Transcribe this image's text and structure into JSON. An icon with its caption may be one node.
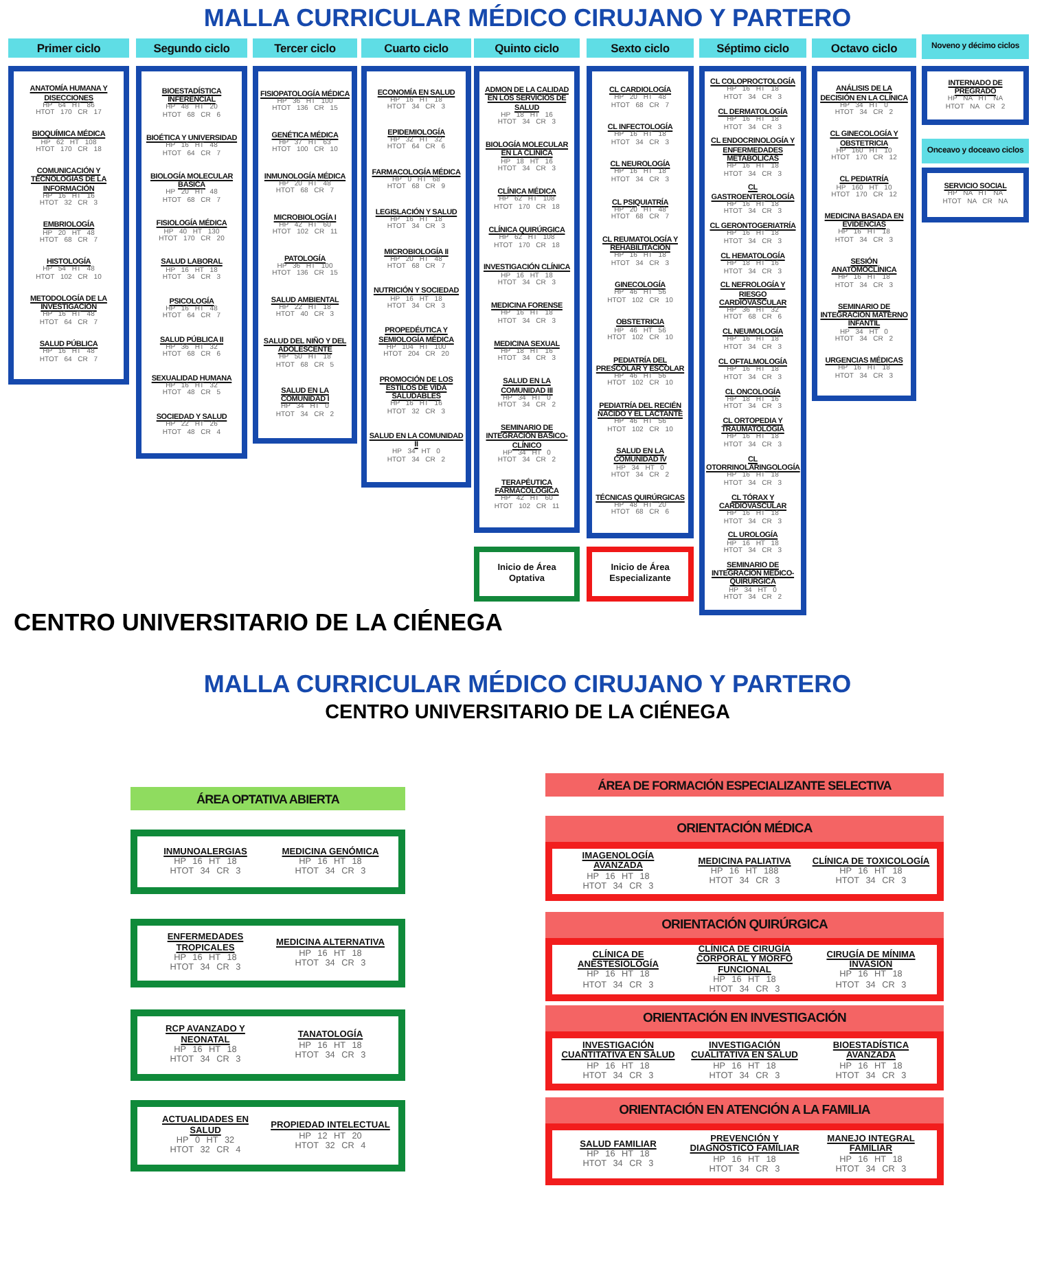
{
  "diagram": {
    "title": "MALLA CURRICULAR MÉDICO CIRUJANO Y PARTERO",
    "nodes": [
      {
        "text": [
          "Primer ciclo"
        ]
      },
      {
        "text": [],
        "shape": "box"
      },
      {
        "text": [
          "ANATOMÍA HUMANA Y DISECCIONES",
          "HP 64 HT 86",
          "HTOT 170 CR 17"
        ],
        "in": 1
      },
      {
        "text": [
          "BIOQUÍMICA MÉDICA",
          "HP 62 HT 108",
          "HTOT 170 CR 18"
        ],
        "in": 1
      },
      {
        "text": [
          "COMUNICACIÓN Y TECNOLOGÍAS DE LA INFORMACIÓN",
          "HP 16 HT 16",
          "HTOT 32 CR 3"
        ],
        "in": 1
      },
      {
        "text": [
          "EMBRIOLOGÍA",
          "HP 20 HT 48",
          "HTOT 68 CR 7"
        ],
        "in": 1
      },
      {
        "text": [
          "HISTOLOGÍA",
          "HP 54 HT 48",
          "HTOT 102 CR 10"
        ],
        "in": 1
      },
      {
        "text": [
          "METODOLOGÍA DE LA INVESTIGACIÓN",
          "HP 16 HT 48",
          "HTOT 64 CR 7"
        ],
        "in": 1
      },
      {
        "text": [
          "SALUD PÚBLICA",
          "HP 16 HT 48",
          "HTOT 64 CR 7"
        ],
        "in": 1
      },
      {
        "text": [
          "Segundo ciclo"
        ]
      },
      {
        "text": [],
        "shape": "box"
      },
      {
        "text": [
          "BIOESTADÍSTICA INFERENCIAL",
          "HP 48 HT 20",
          "HTOT 68 CR 6"
        ],
        "in": 10
      },
      {
        "text": [
          "BIOÉTICA Y UNIVERSIDAD",
          "HP 16 HT 48",
          "HTOT 64 CR 7"
        ],
        "in": 10
      },
      {
        "text": [
          "BIOLOGÍA MOLECULAR BÁSICA",
          "HP 20 HT 48",
          "HTOT 68 CR 7"
        ],
        "in": 10
      },
      {
        "text": [
          "FISIOLOGÍA MÉDICA",
          "HP 40 HT 130",
          "HTOT 170 CR 20"
        ],
        "in": 10
      },
      {
        "text": [
          "SALUD LABORAL",
          "HP 16 HT 18",
          "HTOT 34 CR 3"
        ],
        "in": 10
      },
      {
        "text": [
          "PSICOLOGÍA",
          "HP 16 HT 48",
          "HTOT 64 CR 7"
        ],
        "in": 10
      },
      {
        "text": [
          "SALUD PÚBLICA II",
          "HP 36 HT 32",
          "HTOT 68 CR 6"
        ],
        "in": 10
      },
      {
        "text": [
          "SEXUALIDAD HUMANA",
          "HP 16 HT 32",
          "HTOT 48 CR 5"
        ],
        "in": 10
      },
      {
        "text": [
          "SOCIEDAD Y SALUD",
          "HP 22 HT 26",
          "HTOT 48 CR 4"
        ],
        "in": 10
      },
      {
        "text": [
          "Tercer ciclo"
        ]
      },
      {
        "text": [],
        "shape": "box"
      },
      {
        "text": [
          "FISIOPATOLOGÍA MÉDICA",
          "HP 36 HT 100",
          "HTOT 136 CR 15"
        ],
        "in": 21
      },
      {
        "text": [
          "GENÉTICA MÉDICA",
          "HP 37 HT 63",
          "HTOT 100 CR 10"
        ],
        "in": 21
      },
      {
        "text": [
          "INMUNOLOGÍA MÉDICA",
          "HP 20 HT 48",
          "HTOT 68 CR 7"
        ],
        "in": 21
      },
      {
        "text": [
          "MICROBIOLOGÍA I",
          "HP 42 HT 60",
          "HTOT 102 CR 11"
        ],
        "in": 21
      },
      {
        "text": [
          "PATOLOGÍA",
          "HP 36 HT 100",
          "HTOT 136 CR 15"
        ],
        "in": 21
      },
      {
        "text": [
          "SALUD AMBIENTAL",
          "HP 22 HT 18",
          "HTOT 40 CR 3"
        ],
        "in": 21
      },
      {
        "text": [
          "SALUD DEL NIÑO Y DEL ADOLESCENTE",
          "HP 50 HT 18",
          "HTOT 68 CR 5"
        ],
        "in": 21
      },
      {
        "text": [
          "SALUD EN LA COMUNIDAD I",
          "HP 34 HT 0",
          "HTOT 34 CR 2"
        ],
        "in": 21
      },
      {
        "text": [
          "Cuarto ciclo"
        ]
      },
      {
        "text": [],
        "shape": "box"
      },
      {
        "text": [
          "ECONOMÍA EN SALUD",
          "HP 16 HT 18",
          "HTOT 34 CR 3"
        ],
        "in": 31
      },
      {
        "text": [
          "EPIDEMIOLOGÍA",
          "HP 32 HT 32",
          "HTOT 64 CR 6"
        ],
        "in": 31
      },
      {
        "text": [
          "FARMACOLOGÍA MÉDICA",
          "HP 0 HT 68",
          "HTOT 68 CR 9"
        ],
        "in": 31
      },
      {
        "text": [
          "LEGISLACIÓN Y SALUD",
          "HP 16 HT 18",
          "HTOT 34 CR 3"
        ],
        "in": 31
      },
      {
        "text": [
          "MICROBIOLOGÍA II",
          "HP 20 HT 48",
          "HTOT 68 CR 7"
        ],
        "in": 31
      },
      {
        "text": [
          "NUTRICIÓN Y SOCIEDAD",
          "HP 16 HT 18",
          "HTOT 34 CR 3"
        ],
        "in": 31
      },
      {
        "text": [
          "PROPEDÉUTICA Y SEMIOLOGÍA MÉDICA",
          "HP 104 HT 100",
          "HTOT 204 CR 20"
        ],
        "in": 31
      },
      {
        "text": [
          "PROMOCIÓN DE LOS ESTILOS DE VIDA SALUDABLES",
          "HP 16 HT 16",
          "HTOT 32 CR 3"
        ],
        "in": 31
      },
      {
        "text": [
          "SALUD EN LA COMUNIDAD II",
          "HP 34 HT 0",
          "HTOT 34 CR 2"
        ],
        "in": 31
      },
      {
        "text": [
          "Quinto ciclo"
        ]
      },
      {
        "text": [],
        "shape": "box"
      },
      {
        "text": [
          "ADMON DE LA CALIDAD EN LOS SERVICIOS DE SALUD",
          "HP 18 HT 16",
          "HTOT 34 CR 3"
        ],
        "in": 42
      },
      {
        "text": [
          "BIOLOGÍA MOLECULAR EN LA CLÍNICA",
          "HP 18 HT 16",
          "HTOT 34 CR 3"
        ],
        "in": 42
      },
      {
        "text": [
          "CLÍNICA MÉDICA",
          "HP 62 HT 108",
          "HTOT 170 CR 18"
        ],
        "in": 42
      },
      {
        "text": [
          "CLÍNICA QUIRÚRGICA",
          "HP 62 HT 108",
          "HTOT 170 CR 18"
        ],
        "in": 42
      },
      {
        "text": [
          "INVESTIGACIÓN CLÍNICA",
          "HP 16 HT 18",
          "HTOT 34 CR 3"
        ],
        "in": 42
      },
      {
        "text": [
          "MEDICINA FORENSE",
          "HP 16 HT 18",
          "HTOT 34 CR 3"
        ],
        "in": 42
      },
      {
        "text": [
          "MEDICINA SEXUAL",
          "HP 18 HT 16",
          "HTOT 34 CR 3"
        ],
        "in": 42
      },
      {
        "text": [
          "SALUD EN LA COMUNIDAD III",
          "HP 34 HT 0",
          "HTOT 34 CR 2"
        ],
        "in": 42
      },
      {
        "text": [
          "SEMINARIO DE INTEGRACIÓN BÁSICO-CLÍNICO",
          "HP 34 HT 0",
          "HTOT 34 CR 2"
        ],
        "in": 42
      },
      {
        "text": [
          "TERAPÉUTICA FARMACOLÓGICA",
          "HP 42 HT 60",
          "HTOT 102 CR 11"
        ],
        "in": 42
      },
      {
        "text": [
          "Sexto ciclo"
        ]
      },
      {
        "text": [],
        "shape": "box"
      },
      {
        "text": [
          "CL CARDIOLOGÍA",
          "HP 20 HT 48",
          "HTOT 68 CR 7"
        ],
        "in": 54
      },
      {
        "text": [
          "CL INFECTOLOGÍA",
          "HP 16 HT 18",
          "HTOT 34 CR 3"
        ],
        "in": 54
      },
      {
        "text": [
          "CL NEUROLOGÍA",
          "HP 16 HT 18",
          "HTOT 34 CR 3"
        ],
        "in": 54
      },
      {
        "text": [
          "CL PSIQUIATRÍA",
          "HP 20 HT 48",
          "HTOT 68 CR 7"
        ],
        "in": 54
      },
      {
        "text": [
          "CL REUMATOLOGÍA Y REHABILITACIÓN",
          "HP 16 HT 18",
          "HTOT 34 CR 3"
        ],
        "in": 54
      },
      {
        "text": [
          "GINECOLOGÍA",
          "HP 46 HT 56",
          "HTOT 102 CR 10"
        ],
        "in": 54
      },
      {
        "text": [
          "OBSTETRICIA",
          "HP 46 HT 56",
          "HTOT 102 CR 10"
        ],
        "in": 54
      },
      {
        "text": [
          "PEDIATRÍA DEL PRESCOLAR Y ESCOLAR",
          "HP 46 HT 56",
          "HTOT 102 CR 10"
        ],
        "in": 54
      },
      {
        "text": [
          "PEDIATRÍA DEL RECIÉN NACIDO Y EL LACTANTE",
          "HP 46 HT 56",
          "HTOT 102 CR 10"
        ],
        "in": 54
      },
      {
        "text": [
          "SALUD EN LA COMUNIDAD IV",
          "HP 34 HT 0",
          "HTOT 34 CR 2"
        ],
        "in": 54
      },
      {
        "text": [
          "TÉCNICAS QUIRÚRGICAS",
          "HP 48 HT 20",
          "HTOT 68 CR 6"
        ],
        "in": 54
      },
      {
        "text": [
          "Séptimo ciclo"
        ]
      },
      {
        "text": [],
        "shape": "box"
      },
      {
        "text": [
          "CL COLOPROCTOLOGÍA",
          "HP 16 HT 18",
          "HTOT 34 CR 3"
        ],
        "in": 67
      },
      {
        "text": [
          "CL DERMATOLOGÍA",
          "HP 16 HT 18",
          "HTOT 34 CR 3"
        ],
        "in": 67
      },
      {
        "text": [
          "CL ENDOCRINOLOGÍA Y ENFERMEDADES METABÓLICAS",
          "HP 16 HT 18",
          "HTOT 34 CR 3"
        ],
        "in": 67
      },
      {
        "text": [
          "CL GASTROENTEROLOGÍA",
          "HP 16 HT 18",
          "HTOT 34 CR 3"
        ],
        "in": 67
      },
      {
        "text": [
          "CL GERONTOGERIATRÍA",
          "HP 16 HT 18",
          "HTOT 34 CR 3"
        ],
        "in": 67
      },
      {
        "text": [
          "CL HEMATOLOGÍA",
          "HP 18 HT 16",
          "HTOT 34 CR 3"
        ],
        "in": 67
      },
      {
        "text": [
          "CL NEFROLOGÍA Y RIESGO CARDIOVASCULAR",
          "HP 36 HT 32",
          "HTOT 68 CR 6"
        ],
        "in": 67
      },
      {
        "text": [
          "CL NEUMOLOGÍA",
          "HP 16 HT 18",
          "HTOT 34 CR 3"
        ],
        "in": 67
      },
      {
        "text": [
          "CL OFTALMOLOGÍA",
          "HP 16 HT 18",
          "HTOT 34 CR 3"
        ],
        "in": 67
      },
      {
        "text": [
          "CL ONCOLOGÍA",
          "HP 18 HT 16",
          "HTOT 34 CR 3"
        ],
        "in": 67
      },
      {
        "text": [
          "CL ORTOPEDIA Y TRAUMATOLOGÍA",
          "HP 16 HT 18",
          "HTOT 34 CR 3"
        ],
        "in": 67
      },
      {
        "text": [
          "CL OTORRINOLARINGOLOGÍA",
          "HP 16 HT 18",
          "HTOT 34 CR 3"
        ],
        "in": 67
      },
      {
        "text": [
          "CL TÓRAX Y CARDIOVASCULAR",
          "HP 16 HT 18",
          "HTOT 34 CR 3"
        ],
        "in": 67
      },
      {
        "text": [
          "CL UROLOGÍA",
          "HP 16 HT 18",
          "HTOT 34 CR 3"
        ],
        "in": 67
      },
      {
        "text": [
          "SEMINARIO DE INTEGRACIÓN MÉDICO-QUIRÚRGICA",
          "HP 34 HT 0",
          "HTOT 34 CR 2"
        ],
        "in": 67
      },
      {
        "text": [
          "Octavo ciclo"
        ]
      },
      {
        "text": [],
        "shape": "box"
      },
      {
        "text": [
          "ANÁLISIS DE LA DECISIÓN EN LA CLÍNICA",
          "HP 34 HT 0",
          "HTOT 34 CR 2"
        ],
        "in": 84
      },
      {
        "text": [
          "CL GINECOLOGÍA Y OBSTETRICIA",
          "HP 160 HT 10",
          "HTOT 170 CR 12"
        ],
        "in": 84
      },
      {
        "text": [
          "CL PEDIATRÍA",
          "HP 160 HT 10",
          "HTOT 170 CR 12"
        ],
        "in": 84
      },
      {
        "text": [
          "MEDICINA BASADA EN EVIDENCIAS",
          "HP 16 HT 18",
          "HTOT 34 CR 3"
        ],
        "in": 84
      },
      {
        "text": [
          "SESIÓN ANATOMOCLÍNICA",
          "HP 16 HT 18",
          "HTOT 34 CR 3"
        ],
        "in": 84
      },
      {
        "text": [
          "SEMINARIO DE INTEGRACIÓN MATERNO INFANTIL",
          "HP 34 HT 0",
          "HTOT 34 CR 2"
        ],
        "in": 84
      },
      {
        "text": [
          "URGENCIAS MÉDICAS",
          "HP 16 HT 18",
          "HTOT 34 CR 3"
        ],
        "in": 84
      },
      {
        "text": [
          "Noveno y décimo ciclos"
        ]
      },
      {
        "text": [],
        "shape": "box"
      },
      {
        "text": [
          "INTERNADO DE PREGRADO",
          "HP NA HT NA",
          "HTOT NA CR 2"
        ],
        "in": 93
      },
      {
        "text": [
          "Onceavo y doceavo ciclos"
        ]
      },
      {
        "text": [],
        "shape": "box"
      },
      {
        "text": [
          "SERVICIO SOCIAL",
          "HP NA HT NA",
          "HTOT NA CR NA"
        ],
        "in": 96
      },
      {
        "text": [
          "Inicio de Área Optativa"
        ]
      },
      {
        "text": [
          "Inicio de Área Especializante"
        ]
      },
      {
        "text": [
          "ÁREA OPTATIVA ABIERTA"
        ]
      },
      {
        "text": [],
        "shape": "box"
      },
      {
        "text": [
          "INMUNOALERGIAS",
          "HP 16 HT 18",
          "HTOT 34 CR 3"
        ],
        "in": 101
      },
      {
        "text": [
          "MEDICINA GENÓMICA",
          "HP 16 HT 18",
          "HTOT 34 CR 3"
        ],
        "in": 101
      },
      {
        "text": [],
        "shape": "box"
      },
      {
        "text": [
          "ENFERMEDADES TROPICALES",
          "HP 16 HT 18",
          "HTOT 34 CR 3"
        ],
        "in": 104
      },
      {
        "text": [
          "MEDICINA ALTERNATIVA",
          "HP 16 HT 18",
          "HTOT 34 CR 3"
        ],
        "in": 104
      },
      {
        "text": [],
        "shape": "box"
      },
      {
        "text": [
          "RCP AVANZADO Y NEONATAL",
          "HP 16 HT 18",
          "HTOT 34 CR 3"
        ],
        "in": 107
      },
      {
        "text": [
          "TANATOLOGÍA",
          "HP 16 HT 18",
          "HTOT 34 CR 3"
        ],
        "in": 107
      },
      {
        "text": [],
        "shape": "box"
      },
      {
        "text": [
          "ACTUALIDADES EN SALUD",
          "HP 0 HT 32",
          "HTOT 32 CR 4"
        ],
        "in": 110
      },
      {
        "text": [
          "PROPIEDAD INTELECTUAL",
          "HP 12 HT 20",
          "HTOT 32 CR 4"
        ],
        "in": 110
      },
      {
        "text": [
          "ÁREA DE FORMACIÓN ESPECIALIZANTE SELECTIVA"
        ]
      },
      {
        "text": [
          "ORIENTACIÓN MÉDICA"
        ]
      },
      {
        "text": [
          "IMAGENOLOGÍA AVANZADA",
          "HP 16 HT 18",
          "HTOT 34 CR 3"
        ],
        "in": 114
      },
      {
        "text": [
          "MEDICINA PALIATIVA",
          "HP 16 HT 188",
          "HTOT 34 CR 3"
        ],
        "in": 114
      },
      {
        "text": [
          "CLÍNICA DE TOXICOLOGÍA",
          "HP 16 HT 18",
          "HTOT 34 CR 3"
        ],
        "in": 114
      },
      {
        "text": [
          "ORIENTACIÓN QUIRÚRGICA"
        ]
      },
      {
        "text": [
          "CLÍNICA DE ANESTESIOLOGÍA",
          "HP 16 HT 18",
          "HTOT 34 CR 3"
        ],
        "in": 118
      },
      {
        "text": [
          "CLÍNICA DE CIRUGÍA CORPORAL Y MORFO FUNCIONAL",
          "HP 16 HT 18",
          "HTOT 34 CR 3"
        ],
        "in": 118
      },
      {
        "text": [
          "CIRUGÍA DE MÍNIMA INVASIÓN",
          "HP 16 HT 18",
          "HTOT 34 CR 3"
        ],
        "in": 118
      },
      {
        "text": [
          "ORIENTACIÓN EN INVESTIGACIÓN"
        ]
      },
      {
        "text": [
          "INVESTIGACIÓN CUANTITATIVA EN SALUD",
          "HP 16 HT 18",
          "HTOT 34 CR 3"
        ],
        "in": 122
      },
      {
        "text": [
          "INVESTIGACIÓN CUALITATIVA EN SALUD",
          "HP 16 HT 18",
          "HTOT 34 CR 3"
        ],
        "in": 122
      },
      {
        "text": [
          "BIOESTADÍSTICA AVANZADA",
          "HP 16 HT 18",
          "HTOT 34 CR 3"
        ],
        "in": 122
      },
      {
        "text": [
          "ORIENTACIÓN EN ATENCIÓN A LA FAMILIA"
        ]
      },
      {
        "text": [
          "SALUD FAMILIAR",
          "HP 16 HT 18",
          "HTOT 34 CR 3"
        ],
        "in": 126
      },
      {
        "text": [
          "PREVENCIÓN Y DIAGNÓSTICO FAMILIAR",
          "HP 16 HT 18",
          "HTOT 34 CR 3"
        ],
        "in": 126
      },
      {
        "text": [
          "MANEJO INTEGRAL FAMILIAR",
          "HP 16 HT 18",
          "HTOT 34 CR 3"
        ],
        "in": 126
      }
    ],
    "labels": [
      "CENTRO UNIVERSITARIO DE LA CIÉNEGA",
      "MALLA CURRICULAR MÉDICO CIRUJANO Y PARTERO",
      "CENTRO UNIVERSITARIO DE LA CIÉNEGA"
    ]
  }
}
